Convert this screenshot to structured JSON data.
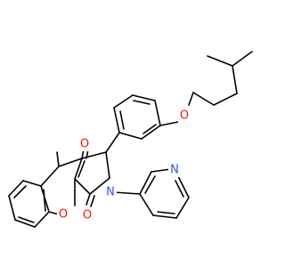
{
  "molecule": {
    "atoms": [
      {
        "id": "o_carbonyl_top",
        "symbol": "O",
        "color": "#ff0d0d"
      },
      {
        "id": "o_ring_pyran",
        "symbol": "O",
        "color": "#ff0d0d"
      },
      {
        "id": "o_carbonyl_bottom",
        "symbol": "O",
        "color": "#ff0d0d"
      },
      {
        "id": "n_lactam",
        "symbol": "N",
        "color": "#3050f8"
      },
      {
        "id": "n_pyridine",
        "symbol": "N",
        "color": "#3050f8"
      },
      {
        "id": "o_ether",
        "symbol": "O",
        "color": "#ff0d0d"
      }
    ],
    "bond_color": "#000000",
    "background": "#ffffff"
  }
}
